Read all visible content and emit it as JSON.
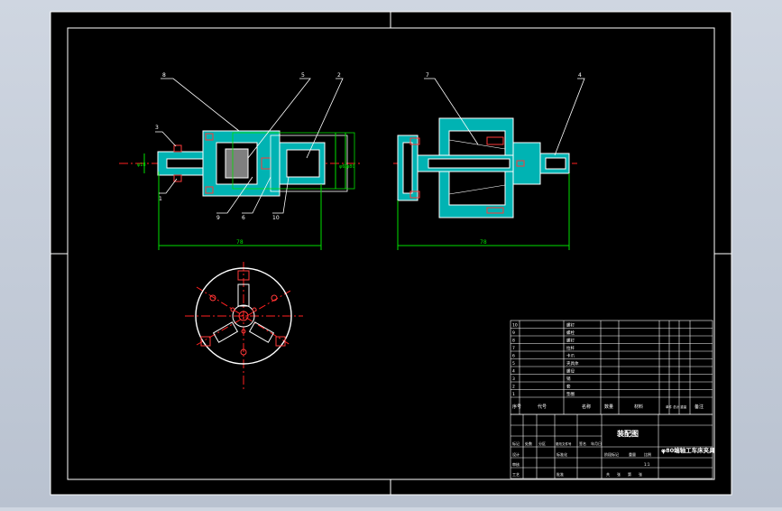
{
  "colors": {
    "background": "#000000",
    "frame": "#ffffff",
    "section_fill": "#00b3b3",
    "leader": "#ffffff",
    "dimension": "#00e000",
    "centerline": "#ff2020",
    "part_detail": "#ff3a3a",
    "title_text": "#ffffff",
    "window_bg": "#c6cdd9"
  },
  "left_view": {
    "balloons": [
      "8",
      "5",
      "2",
      "3",
      "1",
      "9",
      "6",
      "10"
    ],
    "dimensions": {
      "overall_length": "78",
      "diameter_1": "φ60",
      "diameter_2": "φ80",
      "diameter_left": "φ18"
    }
  },
  "right_view": {
    "balloons": [
      "7",
      "4"
    ],
    "dimensions": {
      "overall_length": "78"
    }
  },
  "title_block": {
    "drawing_title": "装配图",
    "product_name": "φ80端轴工车床夹具",
    "header": {
      "no": "序号",
      "code": "代号",
      "name": "名称",
      "qty": "数量",
      "material": "材料",
      "weight": "单件 总计 重量",
      "note": "备注"
    },
    "revision_row": [
      "标记",
      "处数",
      "分区",
      "更改文件号",
      "签名",
      "年月日"
    ],
    "signature_rows": [
      "设计",
      "审核",
      "工艺"
    ],
    "signature_mid": [
      "标准化",
      "批准"
    ],
    "stage_cols": [
      "阶段标记",
      "重量",
      "比例"
    ],
    "scale": "1:1",
    "sheet": [
      "共",
      "张",
      "第",
      "张"
    ],
    "parts": [
      {
        "no": "10",
        "name": "螺钉"
      },
      {
        "no": "9",
        "name": "螺栓"
      },
      {
        "no": "8",
        "name": "螺钉"
      },
      {
        "no": "7",
        "name": "拉杆"
      },
      {
        "no": "6",
        "name": "卡爪"
      },
      {
        "no": "5",
        "name": "夹具体"
      },
      {
        "no": "4",
        "name": "螺母"
      },
      {
        "no": "3",
        "name": "销"
      },
      {
        "no": "2",
        "name": "套"
      },
      {
        "no": "1",
        "name": "垫圈"
      }
    ]
  }
}
